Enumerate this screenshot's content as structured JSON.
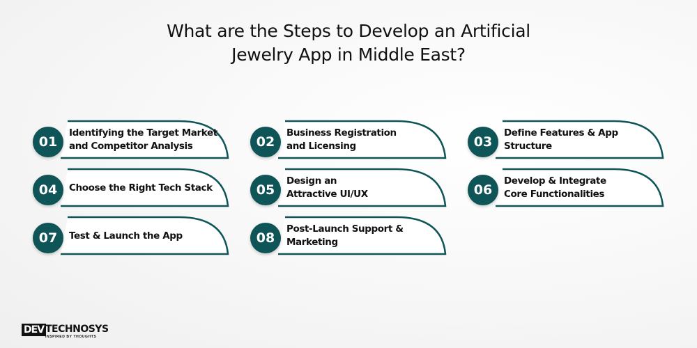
{
  "title": {
    "line1": "What are the Steps to Develop an Artificial",
    "line2": "Jewelry App in Middle East?"
  },
  "colors": {
    "accent": "#0f5557",
    "text": "#111111",
    "card_bg": "#ffffff"
  },
  "steps": [
    {
      "num": "01",
      "line1": "Identifying the Target Market",
      "line2": "and Competitor Analysis"
    },
    {
      "num": "02",
      "line1": "Business Registration",
      "line2": "and Licensing"
    },
    {
      "num": "03",
      "line1": "Define Features & App",
      "line2": "Structure"
    },
    {
      "num": "04",
      "line1": "Choose the Right Tech Stack",
      "line2": ""
    },
    {
      "num": "05",
      "line1": "Design an",
      "line2": "Attractive UI/UX"
    },
    {
      "num": "06",
      "line1": "Develop & Integrate",
      "line2": "Core Functionalities"
    },
    {
      "num": "07",
      "line1": "Test & Launch the App",
      "line2": ""
    },
    {
      "num": "08",
      "line1": "Post-Launch Support &",
      "line2": "Marketing"
    }
  ],
  "logo": {
    "box": "DEV",
    "name": "TECHNOSYS",
    "tagline": "INSPIRED BY THOUGHTS"
  }
}
